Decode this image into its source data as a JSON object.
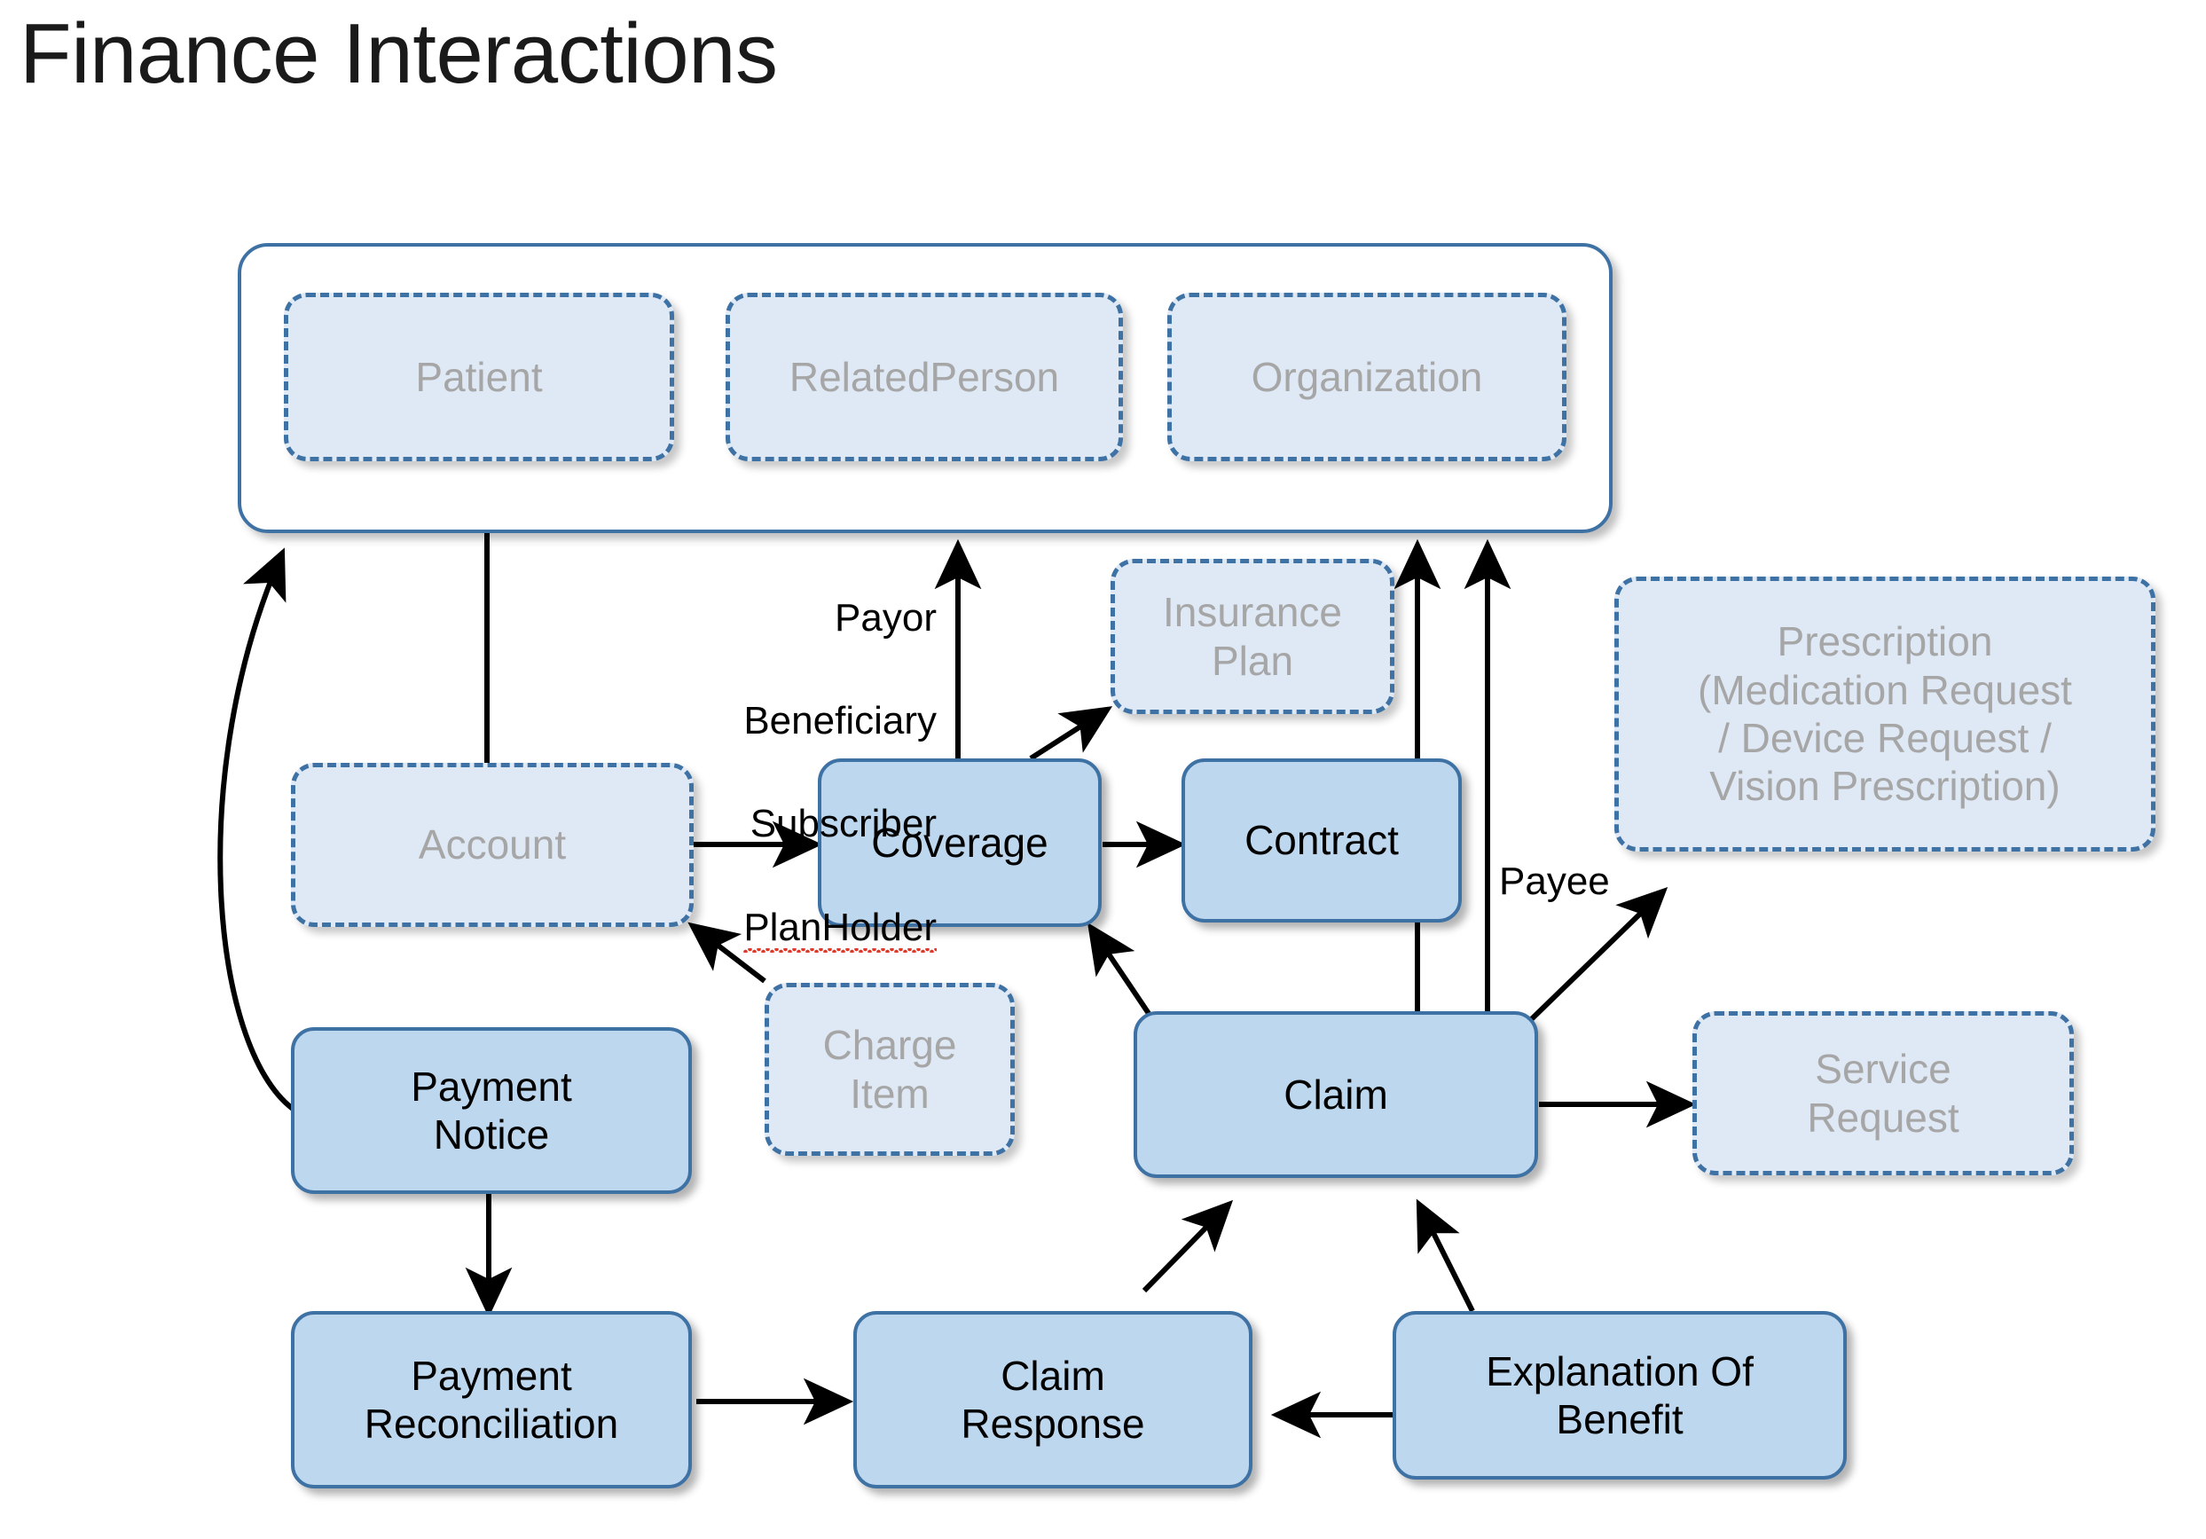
{
  "title": "Finance Interactions",
  "colors": {
    "accent_border": "#3f72a4",
    "solid_fill": "#bdd7ee",
    "ghost_fill": "#dee9f5",
    "ghost_text": "#a6a6a6",
    "solid_text": "#000000",
    "arrow": "#000000",
    "spellcheck_underline": "#e03b2a",
    "background": "#ffffff"
  },
  "group": {
    "name": "actors-group",
    "members": [
      {
        "id": "patient",
        "label": "Patient",
        "style": "ghost"
      },
      {
        "id": "relatedperson",
        "label": "RelatedPerson",
        "style": "ghost"
      },
      {
        "id": "organization",
        "label": "Organization",
        "style": "ghost"
      }
    ]
  },
  "nodes": [
    {
      "id": "patient",
      "label": "Patient",
      "style": "ghost"
    },
    {
      "id": "relatedperson",
      "label": "RelatedPerson",
      "style": "ghost"
    },
    {
      "id": "organization",
      "label": "Organization",
      "style": "ghost"
    },
    {
      "id": "insuranceplan",
      "label": "Insurance\nPlan",
      "style": "ghost"
    },
    {
      "id": "prescription",
      "label": "Prescription\n(Medication Request\n/ Device Request /\nVision Prescription)",
      "style": "ghost"
    },
    {
      "id": "account",
      "label": "Account",
      "style": "ghost"
    },
    {
      "id": "coverage",
      "label": "Coverage",
      "style": "solid"
    },
    {
      "id": "contract",
      "label": "Contract",
      "style": "solid"
    },
    {
      "id": "chargeitem",
      "label": "Charge\nItem",
      "style": "ghost"
    },
    {
      "id": "claim",
      "label": "Claim",
      "style": "solid"
    },
    {
      "id": "servicerequest",
      "label": "Service\nRequest",
      "style": "ghost"
    },
    {
      "id": "paymentnotice",
      "label": "Payment\nNotice",
      "style": "solid"
    },
    {
      "id": "paymentreconciliation",
      "label": "Payment\nReconciliation",
      "style": "solid"
    },
    {
      "id": "claimresponse",
      "label": "Claim\nResponse",
      "style": "solid"
    },
    {
      "id": "explanationofbenefit",
      "label": "Explanation Of\nBenefit",
      "style": "solid"
    }
  ],
  "edge_labels": [
    {
      "id": "coverage-roles",
      "text": "Payor\nBeneficiary\nSubscriber\nPlanHolder",
      "misspelled_line": "PlanHolder"
    },
    {
      "id": "payee",
      "text": "Payee"
    }
  ],
  "edges": [
    {
      "from": "account",
      "to": "patient",
      "label": ""
    },
    {
      "from": "coverage",
      "to": "relatedperson",
      "label": "Payor\nBeneficiary\nSubscriber\nPlanHolder"
    },
    {
      "from": "coverage",
      "to": "insuranceplan",
      "label": ""
    },
    {
      "from": "account",
      "to": "coverage",
      "label": ""
    },
    {
      "from": "coverage",
      "to": "contract",
      "label": ""
    },
    {
      "from": "chargeitem",
      "to": "account",
      "label": ""
    },
    {
      "from": "claim",
      "to": "coverage",
      "label": ""
    },
    {
      "from": "claim",
      "to": "organization",
      "label": ""
    },
    {
      "from": "claim",
      "to": "organization-right",
      "label": ""
    },
    {
      "from": "claim",
      "to": "prescription",
      "label": "Payee"
    },
    {
      "from": "claim",
      "to": "servicerequest",
      "label": ""
    },
    {
      "from": "paymentnotice",
      "to": "patient-group",
      "label": ""
    },
    {
      "from": "paymentnotice",
      "to": "paymentreconciliation",
      "label": ""
    },
    {
      "from": "paymentreconciliation",
      "to": "claimresponse",
      "label": ""
    },
    {
      "from": "claimresponse",
      "to": "claim",
      "label": ""
    },
    {
      "from": "explanationofbenefit",
      "to": "claimresponse",
      "label": ""
    },
    {
      "from": "explanationofbenefit",
      "to": "claim",
      "label": ""
    }
  ]
}
